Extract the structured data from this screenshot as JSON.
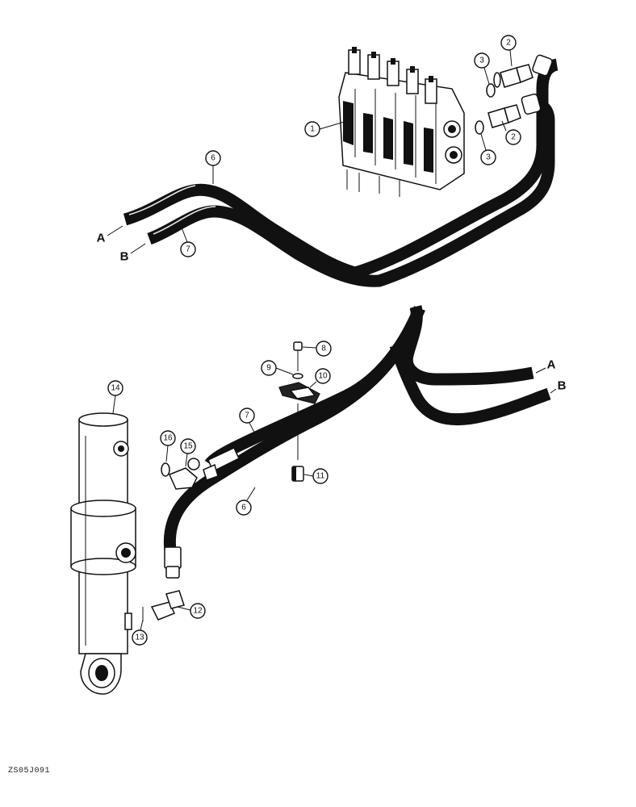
{
  "diagram": {
    "image_code": "ZS05J091",
    "hose_ends": {
      "a": "A",
      "b": "B"
    },
    "callouts": {
      "valve": "1",
      "adapter_upper": "2",
      "adapter_lower": "2",
      "oring_upper": "3",
      "oring_lower": "3",
      "hose_6_upper": "6",
      "hose_6_lower": "6",
      "hose_7_upper": "7",
      "hose_7_lower": "7",
      "bolt": "8",
      "washer": "9",
      "clamp": "10",
      "nut": "11",
      "elbow_lower": "12",
      "oring_cyl_lower": "13",
      "cylinder": "14",
      "elbow_upper": "15",
      "oring_cyl_upper": "16"
    }
  }
}
